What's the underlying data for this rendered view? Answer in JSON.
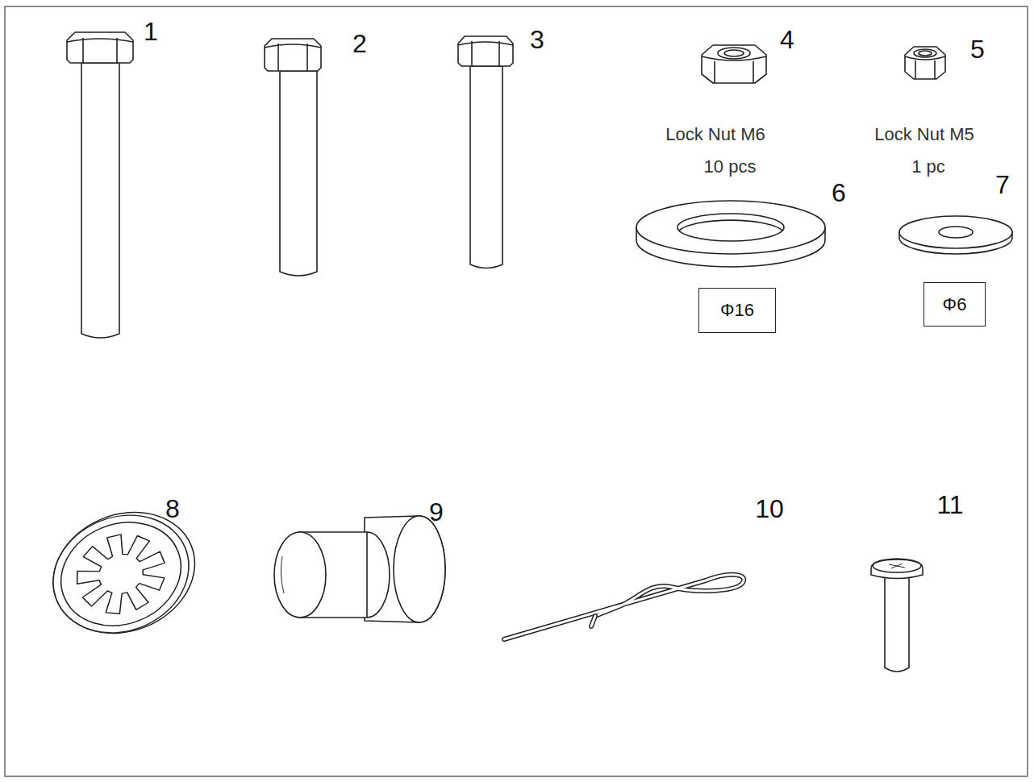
{
  "diagram": {
    "nodes": [
      {
        "text": [
          "Φ16"
        ]
      },
      {
        "text": [
          "Φ6"
        ]
      }
    ],
    "labels": [
      "1",
      "2",
      "3",
      "4",
      "5",
      "Lock Nut M6",
      "10 pcs",
      "Lock Nut M5",
      "1 pc",
      "6",
      "7",
      "8",
      "9",
      "10",
      "11"
    ]
  }
}
